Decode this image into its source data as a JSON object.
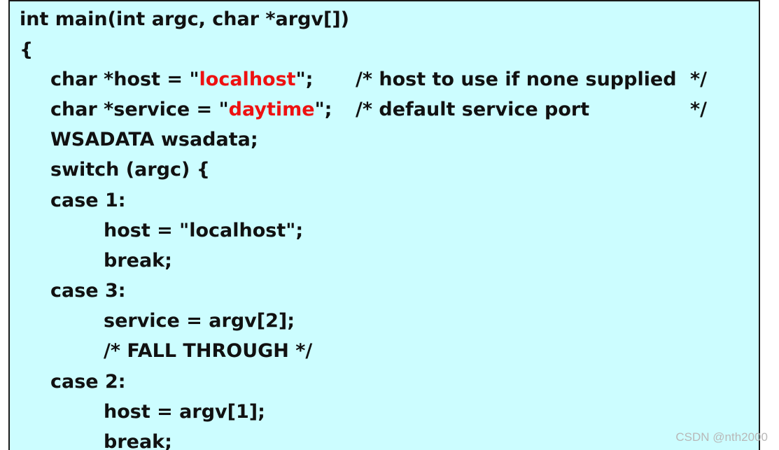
{
  "code": {
    "line1": "int main(int argc, char *argv[])",
    "line2": "{",
    "line3_pre": "char *host = \"",
    "line3_str": "localhost",
    "line3_post": "\";",
    "line3_comment": "/* host to use if none supplied",
    "line3_comment_end": "*/",
    "line4_pre": "char *service = \"",
    "line4_str": "daytime",
    "line4_post": "\";",
    "line4_comment": "/* default service port",
    "line4_comment_end": "*/",
    "line5": "WSADATA wsadata;",
    "line6": "switch (argc) {",
    "line7": "case 1:",
    "line8": "host = \"localhost\";",
    "line9": "break;",
    "line10": "case 3:",
    "line11": "service = argv[2];",
    "line12": "/* FALL THROUGH */",
    "line13": "case 2:",
    "line14": "host = argv[1];",
    "line15": "break;"
  },
  "watermark": "CSDN @nth2000",
  "colors": {
    "background": "#ccfdff",
    "string_literal": "#ee1111",
    "text": "#111111"
  }
}
